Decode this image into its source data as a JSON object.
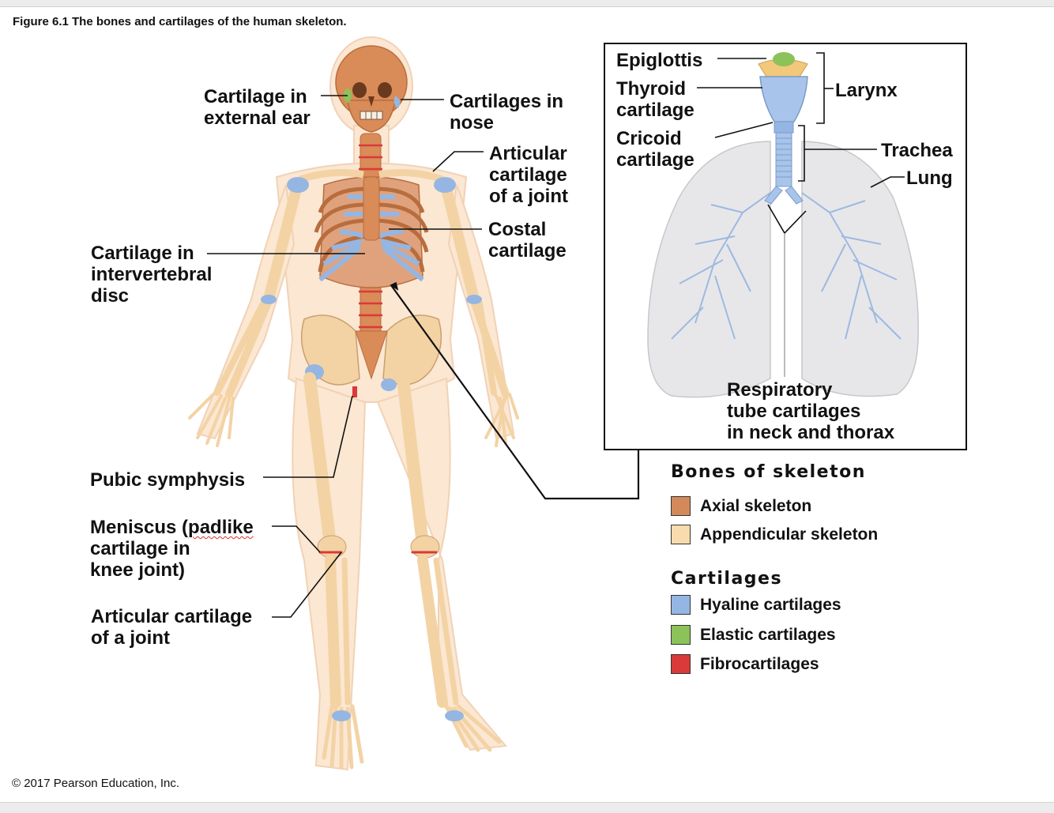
{
  "figure": {
    "caption": "Figure 6.1 The bones and cartilages of the human skeleton.",
    "copyright": "© 2017 Pearson Education, Inc."
  },
  "labels": {
    "cartilage_external_ear": "Cartilage in\nexternal ear",
    "cartilages_nose": "Cartilages in\nnose",
    "articular_upper": "Articular\ncartilage\nof a joint",
    "costal": "Costal\ncartilage",
    "intervertebral": "Cartilage in\nintervertebral\ndisc",
    "pubic_symphysis": "Pubic symphysis",
    "meniscus_word": "Meniscus (",
    "meniscus_padlike": "padlike",
    "meniscus_rest": "\ncartilage in\nknee joint)",
    "articular_lower": "Articular cartilage\nof a joint"
  },
  "inset": {
    "epiglottis": "Epiglottis",
    "thyroid": "Thyroid\ncartilage",
    "cricoid": "Cricoid\ncartilage",
    "larynx": "Larynx",
    "trachea": "Trachea",
    "lung": "Lung",
    "respiratory": "Respiratory\ntube cartilages\nin neck and thorax"
  },
  "legend": {
    "bones_title": "Bones of skeleton",
    "bones": [
      {
        "label": "Axial skeleton",
        "color": "#d4895a"
      },
      {
        "label": "Appendicular skeleton",
        "color": "#f8dcae"
      }
    ],
    "cartilages_title": "Cartilages",
    "cartilages": [
      {
        "label": "Hyaline cartilages",
        "color": "#95b6e2"
      },
      {
        "label": "Elastic cartilages",
        "color": "#8cc25a"
      },
      {
        "label": "Fibrocartilages",
        "color": "#d93a3a"
      }
    ]
  }
}
